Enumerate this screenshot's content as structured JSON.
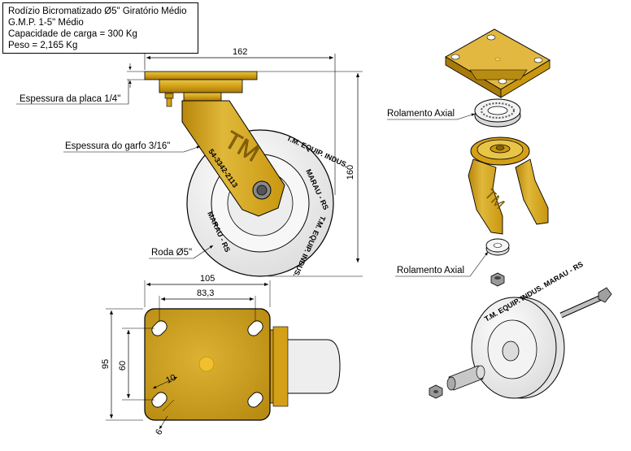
{
  "title_block": {
    "line1": "Rodízio Bicromatizado Ø5\" Giratório Médio",
    "line2": "G.M.P. 1-5\" Médio",
    "line3": "Capacidade de carga = 300 Kg",
    "line4": "Peso = 2,165 Kg"
  },
  "side_view": {
    "width_dim": "162",
    "height_dim": "160",
    "plate_label": "Espessura da placa 1/4\"",
    "fork_label": "Espessura do garfo 3/16\"",
    "wheel_label": "Roda Ø5\"",
    "fork_logo": "TM",
    "fork_phone": "54-3342-2113",
    "wheel_text_1": "T.M. EQUIP. INDUS.",
    "wheel_text_2": "MARAU - RS",
    "wheel_text_3": "T.M. EQUIP. INDUS.",
    "wheel_text_4": "MARAU - RS"
  },
  "plate_view": {
    "outer_width_dim": "105",
    "hole_spacing_dim": "83,3",
    "outer_height_dim": "95",
    "hole_height_dim": "60",
    "slot_length_dim": "10",
    "slot_width_dim": "6"
  },
  "exploded_view": {
    "bearing_top_label": "Rolamento Axial",
    "bearing_bottom_label": "Rolamento Axial",
    "fork_logo": "TM",
    "wheel_text": "T.M. EQUIP. INDUS. MARAU - RS"
  },
  "colors": {
    "gold": "#D4A017",
    "gold_dark": "#A87A0A",
    "gold_light": "#E8C547",
    "wheel": "#F4F4F4",
    "line": "#000000"
  }
}
